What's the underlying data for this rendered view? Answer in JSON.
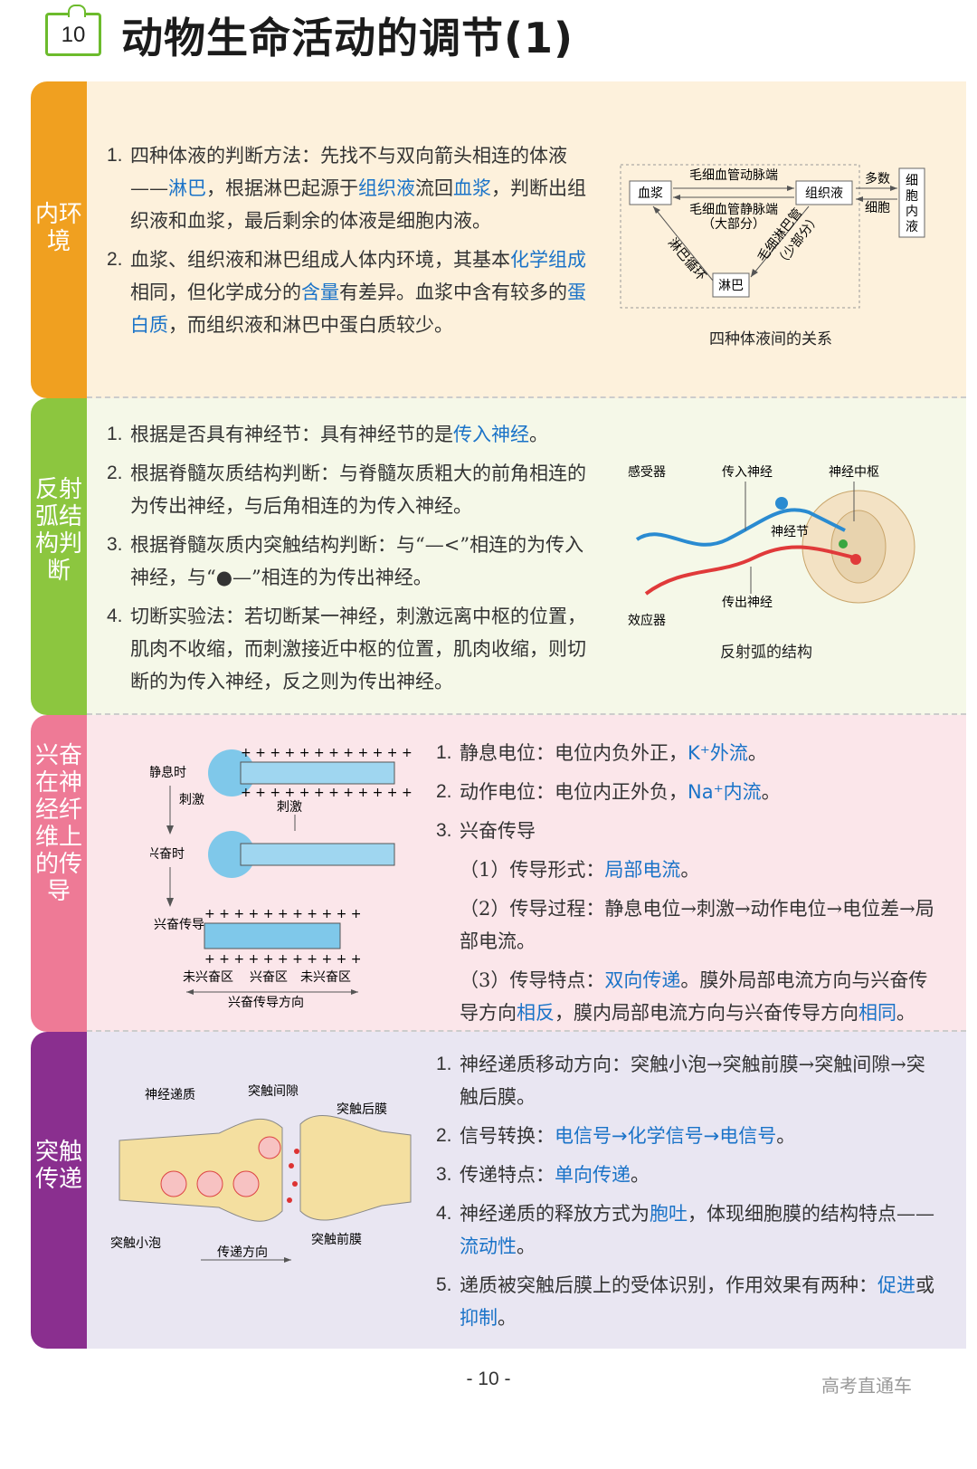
{
  "header": {
    "number": "10",
    "title": "动物生命活动的调节(1)"
  },
  "section1": {
    "tab": "内环境",
    "items": [
      {
        "n": "1.",
        "parts": [
          "四种体液的判断方法：先找不与双向箭头相连的体液——",
          "淋巴",
          "，根据淋巴起源于",
          "组织液",
          "流回",
          "血浆",
          "，判断出组织液和血浆，最后剩余的体液是细胞内液。"
        ]
      },
      {
        "n": "2.",
        "parts": [
          "血浆、组织液和淋巴组成人体内环境，其基本",
          "化学组成",
          "相同，但化学成分的",
          "含量",
          "有差异。血浆中含有较多的",
          "蛋白质",
          "，而组织液和淋巴中蛋白质较少。"
        ]
      }
    ],
    "figure": {
      "plasma": "血浆",
      "tissue_fluid": "组织液",
      "lymph": "淋巴",
      "intracellular": "细胞内液",
      "arterial_end": "毛细血管动脉端",
      "venous_end": "毛细血管静脉端",
      "majority": "（大部分）",
      "lymph_circulation": "淋巴循环",
      "lymph_capillary": "毛细淋巴管",
      "minority": "（少部分）",
      "most": "多数",
      "cell": "细胞",
      "caption": "四种体液间的关系"
    }
  },
  "section2": {
    "tab": "反射弧结构判断",
    "items": [
      {
        "n": "1.",
        "parts": [
          "根据是否具有神经节：具有神经节的是",
          "传入神经",
          "。"
        ]
      },
      {
        "n": "2.",
        "parts": [
          "根据脊髓灰质结构判断：与脊髓灰质粗大的前角相连的为传出神经，与后角相连的为传入神经。"
        ]
      },
      {
        "n": "3.",
        "parts": [
          "根据脊髓灰质内突触结构判断：与“—<”相连的为传入神经，与“●—”相连的为传出神经。"
        ]
      },
      {
        "n": "4.",
        "parts": [
          "切断实验法：若切断某一神经，刺激远离中枢的位置，肌肉不收缩，而刺激接近中枢的位置，肌肉收缩，则切断的为传入神经，反之则为传出神经。"
        ]
      }
    ],
    "figure": {
      "receptor": "感受器",
      "afferent": "传入神经",
      "center": "神经中枢",
      "ganglion": "神经节",
      "efferent": "传出神经",
      "effector": "效应器",
      "caption": "反射弧的结构"
    }
  },
  "section3": {
    "tab": "兴奋在神经纤维上的传导",
    "items": [
      {
        "n": "1.",
        "parts": [
          "静息电位：电位内负外正，",
          "K⁺外流",
          "。"
        ]
      },
      {
        "n": "2.",
        "parts": [
          "动作电位：电位内正外负，",
          "Na⁺内流",
          "。"
        ]
      },
      {
        "n": "3.",
        "parts": [
          "兴奋传导"
        ]
      },
      {
        "n": "",
        "parts": [
          "（1）传导形式：",
          "局部电流",
          "。"
        ]
      },
      {
        "n": "",
        "parts": [
          "（2）传导过程：静息电位→刺激→动作电位→电位差→局部电流。"
        ]
      },
      {
        "n": "",
        "parts": [
          "（3）传导特点：",
          "双向传递",
          "。膜外局部电流方向与兴奋传导方向",
          "相反",
          "，膜内局部电流方向与兴奋传导方向",
          "相同",
          "。"
        ]
      }
    ],
    "figure": {
      "resting": "静息时",
      "stimulate1": "刺激",
      "stimulate2": "刺激",
      "excited": "兴奋时",
      "conduction": "兴奋传导",
      "unexcited1": "未兴奋区",
      "excited_area": "兴奋区",
      "unexcited2": "未兴奋区",
      "direction": "兴奋传导方向"
    }
  },
  "section4": {
    "tab": "突触传递",
    "items": [
      {
        "n": "1.",
        "parts": [
          "神经递质移动方向：突触小泡→突触前膜→突触间隙→突触后膜。"
        ]
      },
      {
        "n": "2.",
        "parts": [
          "信号转换：",
          "电信号→化学信号→电信号",
          "。"
        ]
      },
      {
        "n": "3.",
        "parts": [
          "传递特点：",
          "单向传递",
          "。"
        ]
      },
      {
        "n": "4.",
        "parts": [
          "神经递质的释放方式为",
          "胞吐",
          "，体现细胞膜的结构特点——",
          "流动性",
          "。"
        ]
      },
      {
        "n": "5.",
        "parts": [
          "递质被突触后膜上的受体识别，作用效果有两种：",
          "促进",
          "或",
          "抑制",
          "。"
        ]
      }
    ],
    "figure": {
      "transmitter": "神经递质",
      "cleft": "突触间隙",
      "postsynaptic": "突触后膜",
      "vesicle": "突触小泡",
      "direction": "传递方向",
      "presynaptic": "突触前膜"
    }
  },
  "footer": {
    "page": "- 10 -",
    "watermark": "高考直通车"
  },
  "colors": {
    "tab1": "#f0a020",
    "tab2": "#8cc63f",
    "tab3": "#ee7a96",
    "tab4": "#8a2f8f",
    "bg1": "#fdf1dc",
    "bg2": "#f5f8e8",
    "bg3": "#fbe6ea",
    "bg4": "#e9e6f2",
    "highlight": "#1a73c8"
  }
}
